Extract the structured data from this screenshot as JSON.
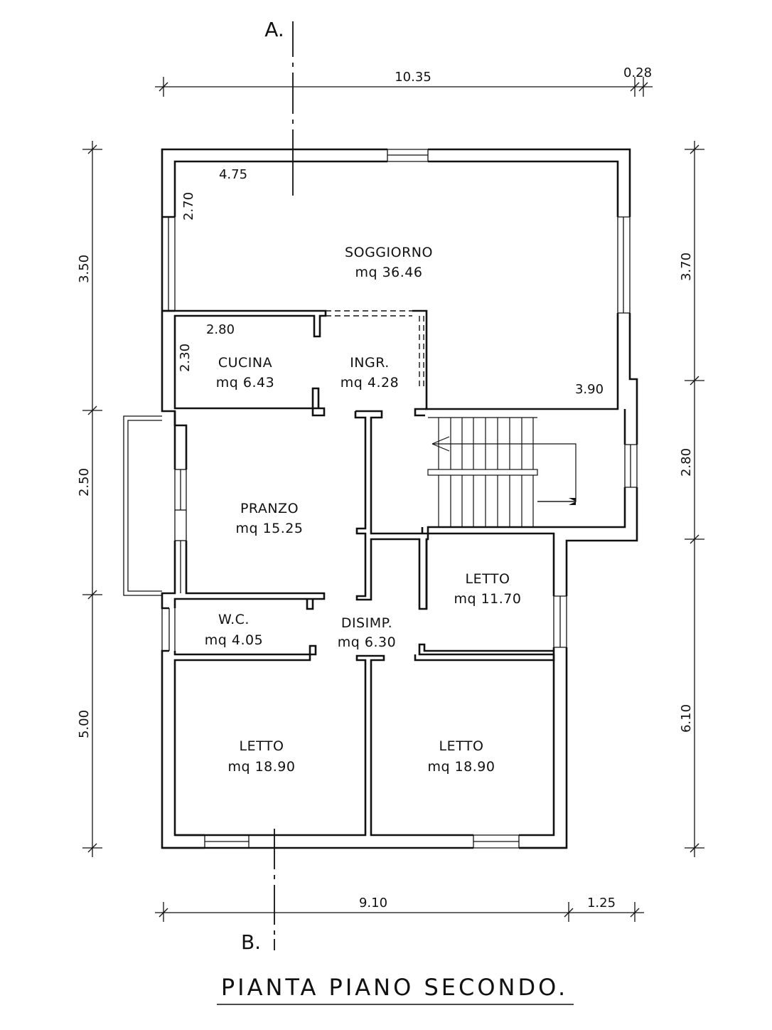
{
  "title": "PIANTA PIANO SECONDO.",
  "section_marks": {
    "top": "A.",
    "bottom": "B."
  },
  "rooms": [
    {
      "id": "soggiorno",
      "name": "SOGGIORNO",
      "area": "mq 36.46"
    },
    {
      "id": "cucina",
      "name": "CUCINA",
      "area": "mq 6.43"
    },
    {
      "id": "ingresso",
      "name": "INGR.",
      "area": "mq 4.28"
    },
    {
      "id": "pranzo",
      "name": "PRANZO",
      "area": "mq 15.25"
    },
    {
      "id": "letto-1",
      "name": "LETTO",
      "area": "mq 11.70"
    },
    {
      "id": "wc",
      "name": "W.C.",
      "area": "mq 4.05"
    },
    {
      "id": "disimpegno",
      "name": "DISIMP.",
      "area": "mq 6.30"
    },
    {
      "id": "letto-2",
      "name": "LETTO",
      "area": "mq 18.90"
    },
    {
      "id": "letto-3",
      "name": "LETTO",
      "area": "mq 18.90"
    }
  ],
  "dimensions": {
    "top_total": "10.35",
    "top_small": "0.28",
    "bottom_main": "9.10",
    "bottom_small": "1.25",
    "left_1": "3.50",
    "left_2": "2.50",
    "left_3": "5.00",
    "right_1": "3.70",
    "right_2": "2.80",
    "right_3": "6.10",
    "interior_soggiorno_width": "4.75",
    "interior_soggiorno_height": "2.70",
    "interior_cucina_width": "2.80",
    "interior_cucina_height": "2.30",
    "interior_right": "3.90"
  }
}
